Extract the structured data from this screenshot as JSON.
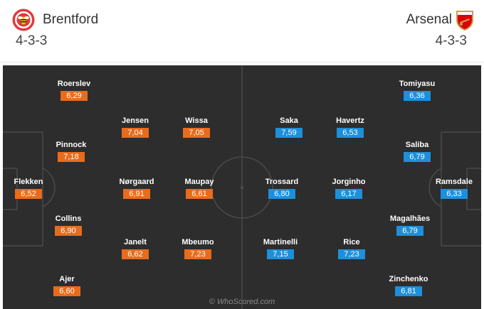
{
  "home": {
    "name": "Brentford",
    "formation": "4-3-3",
    "color": "#e86c1c",
    "crest_icon": "bee-crest-icon",
    "players": [
      {
        "name": "Roerslev",
        "rating": "6,29"
      },
      {
        "name": "Pinnock",
        "rating": "7,18"
      },
      {
        "name": "Flekken",
        "rating": "6,52"
      },
      {
        "name": "Collins",
        "rating": "6,90"
      },
      {
        "name": "Ajer",
        "rating": "6,60"
      },
      {
        "name": "Jensen",
        "rating": "7,04"
      },
      {
        "name": "Nørgaard",
        "rating": "6,91"
      },
      {
        "name": "Janelt",
        "rating": "6,62"
      },
      {
        "name": "Wissa",
        "rating": "7,05"
      },
      {
        "name": "Maupay",
        "rating": "6,61"
      },
      {
        "name": "Mbeumo",
        "rating": "7,23"
      }
    ]
  },
  "away": {
    "name": "Arsenal",
    "formation": "4-3-3",
    "color": "#1d8fdb",
    "crest_icon": "cannon-crest-icon",
    "players": [
      {
        "name": "Tomiyasu",
        "rating": "6,36"
      },
      {
        "name": "Saliba",
        "rating": "6,79"
      },
      {
        "name": "Ramsdale",
        "rating": "6,33"
      },
      {
        "name": "Magalhães",
        "rating": "6,79"
      },
      {
        "name": "Zinchenko",
        "rating": "6,81"
      },
      {
        "name": "Saka",
        "rating": "7,59"
      },
      {
        "name": "Trossard",
        "rating": "6,80"
      },
      {
        "name": "Martinelli",
        "rating": "7,15"
      },
      {
        "name": "Havertz",
        "rating": "6,53"
      },
      {
        "name": "Jorginho",
        "rating": "6,17"
      },
      {
        "name": "Rice",
        "rating": "7,23"
      }
    ]
  },
  "watermark": "© WhoScored.com"
}
